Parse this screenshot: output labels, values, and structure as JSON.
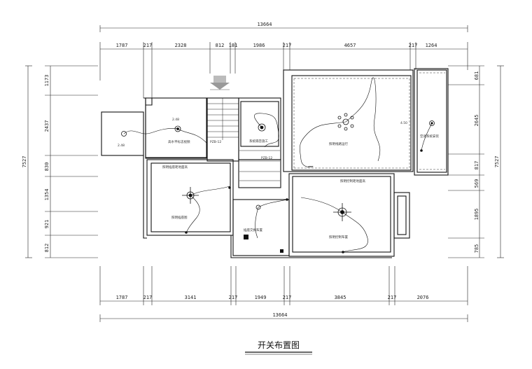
{
  "drawing": {
    "title": "开关布置图"
  },
  "dimensions": {
    "top_total": "13664",
    "top_segments": [
      "1787",
      "217",
      "2328",
      "812",
      "181",
      "1986",
      "217",
      "4657",
      "217",
      "1264"
    ],
    "bottom_total": "13664",
    "bottom_segments": [
      "1787",
      "217",
      "3141",
      "217",
      "1949",
      "217",
      "3845",
      "217",
      "2076"
    ],
    "left_total": "7527",
    "left_segments": [
      "1173",
      "2437",
      "830",
      "1354",
      "921",
      "812"
    ],
    "right_total": "7527",
    "right_segments": [
      "681",
      "2645",
      "817",
      "569",
      "1895",
      "785"
    ]
  },
  "rooms": {
    "upper_left_label": "高水平标志视频",
    "stair_label": "PZB-12",
    "center_upper_label": "系统隔音施工",
    "large_right_label": "照明线路运行",
    "far_right_label": "空调系统安装",
    "left_mid_label": "照明插座图",
    "center_lower_label": "插座交换布置",
    "right_lower_label": "照明控制布置",
    "small_tag_a": "2.48",
    "small_tag_b": "4.50",
    "small_tag_c": "PZB-12",
    "small_tag_d": "2.48",
    "note_left": "照明插座距地面高",
    "note_right": "照明控制距地面高"
  },
  "colors": {
    "line": "#111111",
    "wall": "#1a1a1a",
    "hatch": "#999999"
  }
}
